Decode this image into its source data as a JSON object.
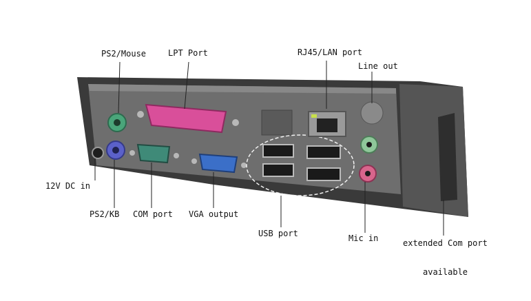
{
  "labels": {
    "ps2_mouse": "PS2/Mouse",
    "lpt_port": "LPT Port",
    "rj45_lan": "RJ45/LAN port",
    "line_out": "Line out",
    "dc_in": "12V DC in",
    "ps2_kb": "PS2/KB",
    "com_port": "COM port",
    "vga_output": "VGA output",
    "usb_port": "USB port",
    "mic_in": "Mic in",
    "ext_com_1": "extended Com port",
    "ext_com_2": "available"
  },
  "colors": {
    "panel": "#6e6e6e",
    "ps2_mouse": "#4aa57a",
    "ps2_kb": "#5b61c9",
    "lpt": "#d94f9a",
    "com": "#3f8a78",
    "vga": "#3b6fc8",
    "line_out": "#8fc79a",
    "mic": "#d8658c",
    "lan_led": "#c8e04a"
  }
}
